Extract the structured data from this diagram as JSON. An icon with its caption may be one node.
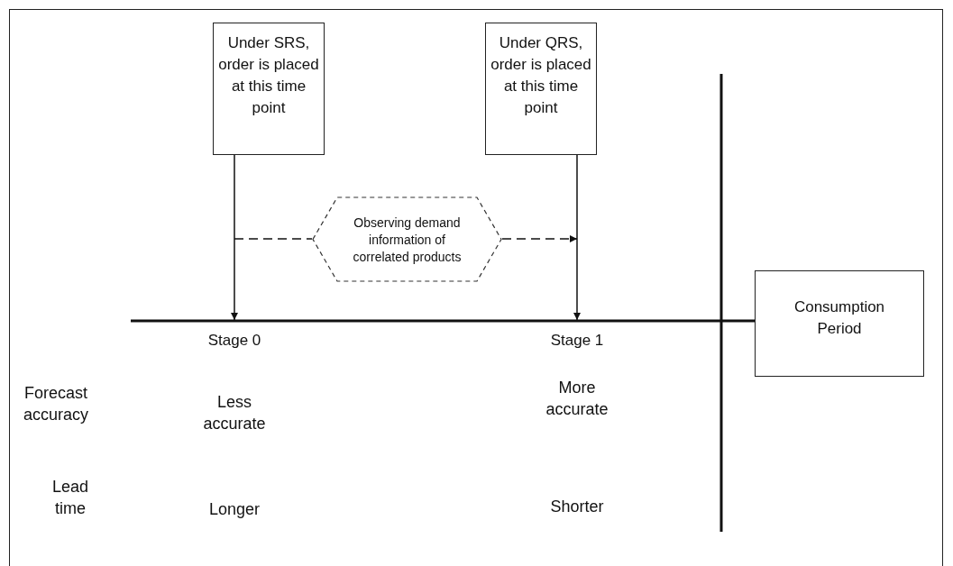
{
  "diagram": {
    "nodes": [
      {
        "text": [
          "Under SRS, order is placed at this time point"
        ]
      },
      {
        "text": [
          "Under QRS, order is placed at this time point"
        ]
      },
      {
        "text": [
          "Observing demand information of correlated products"
        ]
      },
      {
        "text": [
          "Consumption Period"
        ]
      },
      {
        "text": [
          "Stage 0"
        ]
      },
      {
        "text": [
          "Stage 1"
        ]
      }
    ],
    "edges": [
      {
        "from": 0,
        "to": 4,
        "arrow": "to"
      },
      {
        "from": 1,
        "to": 5,
        "arrow": "to"
      },
      {
        "from": null,
        "to": 2,
        "arrow": "none",
        "style": "dashed"
      },
      {
        "from": 2,
        "to": null,
        "arrow": "to",
        "style": "dashed"
      }
    ],
    "labels": [
      "Forecast accuracy",
      "Less accurate",
      "More accurate",
      "Lead time",
      "Longer",
      "Shorter"
    ]
  }
}
